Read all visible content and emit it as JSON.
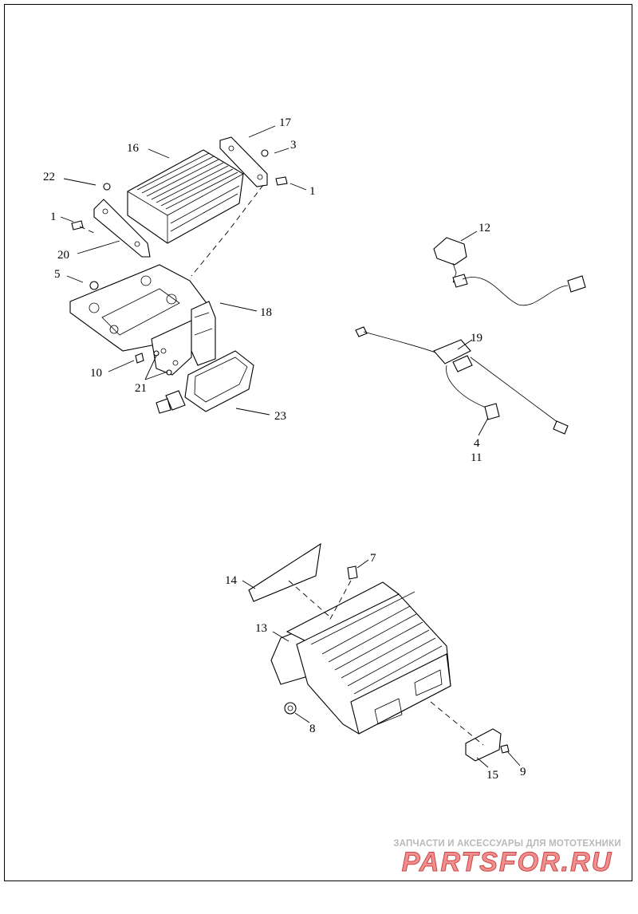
{
  "callouts": {
    "c1a": "1",
    "c1b": "1",
    "c3": "3",
    "c4": "4",
    "c5": "5",
    "c7": "7",
    "c8": "8",
    "c9": "9",
    "c10": "10",
    "c11": "11",
    "c12": "12",
    "c13": "13",
    "c14": "14",
    "c15": "15",
    "c16": "16",
    "c17": "17",
    "c18": "18",
    "c19": "19",
    "c20": "20",
    "c21": "21",
    "c22": "22",
    "c23": "23"
  },
  "watermark": {
    "tagline": "ЗАПЧАСТИ И АКСЕССУАРЫ ДЛЯ МОТОТЕХНИКИ",
    "logo": "PARTSFOR.RU",
    "colors": {
      "tagline": "#b9b9b9",
      "logo": "#ef8f8f"
    }
  }
}
